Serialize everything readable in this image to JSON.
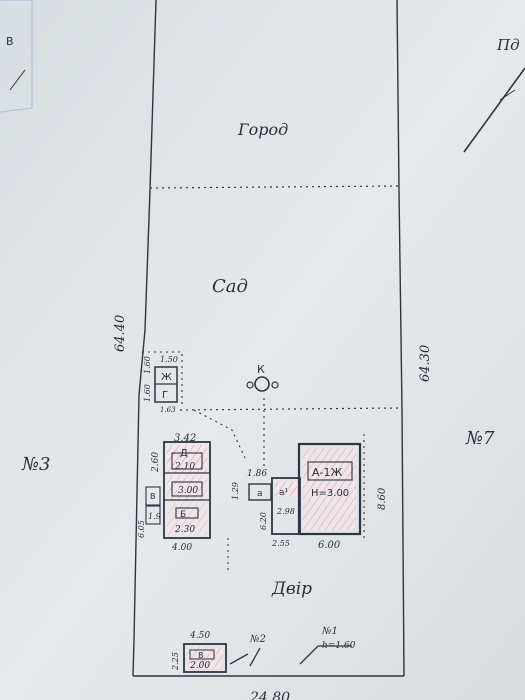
{
  "labels": {
    "corner_tl": "B",
    "corner_tr": "Пд",
    "garden_top": "Город",
    "garden_mid": "Сад",
    "yard": "Двір",
    "left_neighbor": "№3",
    "right_neighbor": "№7",
    "well": "К",
    "gate": "№2",
    "gate_right": "№1",
    "gate_right_h": "h=1.60"
  },
  "dimensions": {
    "left_length": "64.40",
    "right_length": "64.30",
    "bottom_width": "24.80",
    "shed_w": "1.50",
    "shed_h1": "1.60",
    "shed_h2": "1.60",
    "shed_w2": "1.63",
    "outb_top": "3.42",
    "outb_a": "2.60",
    "outb_h1": "2.10",
    "outb_h2": "3.00",
    "outb_h3": "2.30",
    "outb_left1": "1.9",
    "outb_left2": "6.05",
    "outb_bottom": "4.00",
    "mid_w": "1.86",
    "mid_h": "1.29",
    "mid_h2": "6.20",
    "mid_h3": "2.98",
    "mid_bottom": "2.55",
    "house_right": "8.60",
    "house_bottom": "6.00",
    "gate_w": "4.50",
    "gate_h": "2.25",
    "gate_h2": "2.00"
  },
  "buildings": {
    "shed_top": "Ж",
    "shed_bottom": "Г",
    "outb_d": "Д",
    "outb_b": "Б",
    "outb_b_small": "В",
    "mid_a": "а",
    "mid_a1": "а¹",
    "house": "А-1Ж",
    "house_h": "Н=3.00",
    "gate_b": "В"
  }
}
